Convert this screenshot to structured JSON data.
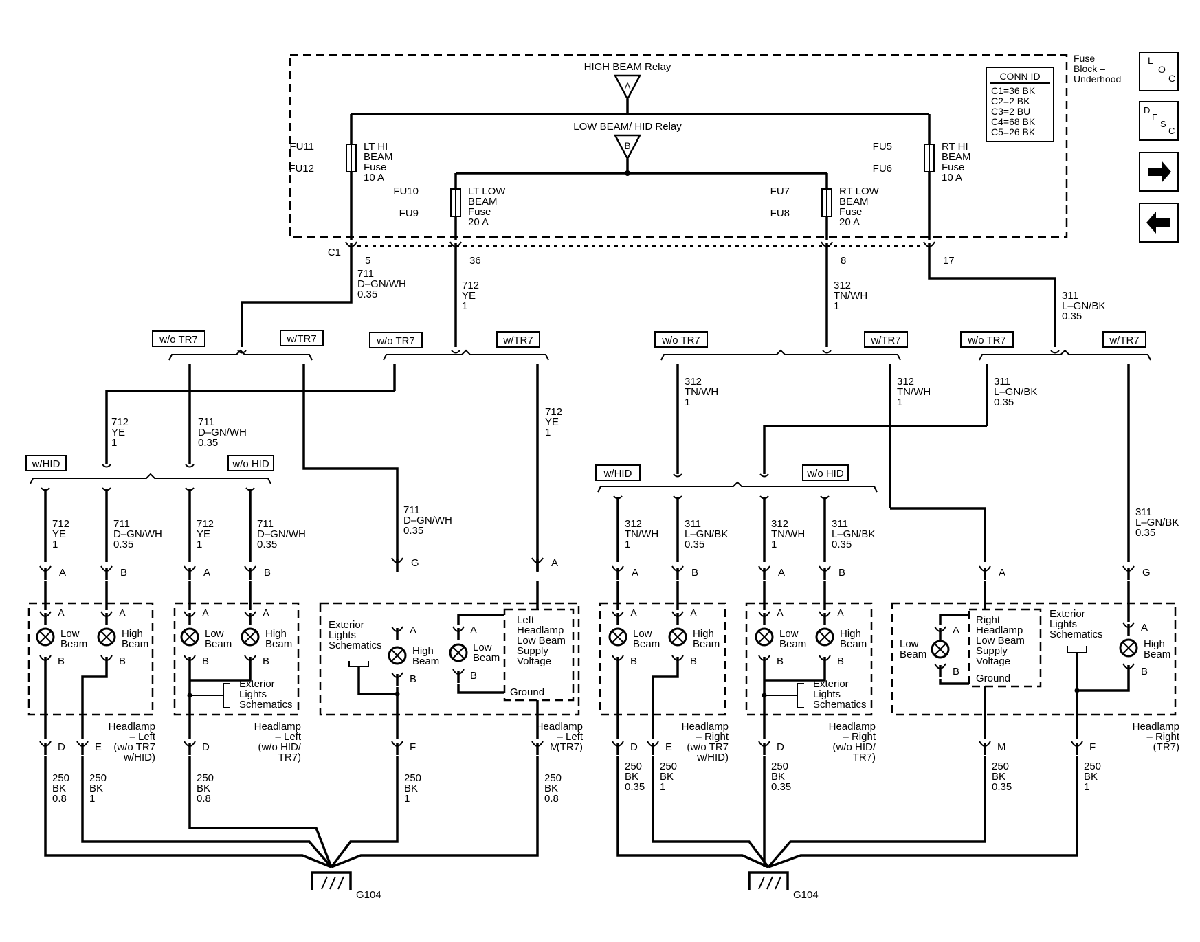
{
  "fuse_block": {
    "label": [
      "Fuse",
      "Block –",
      "Underhood"
    ],
    "high_beam_relay": "HIGH BEAM Relay",
    "low_beam_relay": "LOW BEAM/ HID Relay",
    "relay_a": "A",
    "relay_b": "B",
    "connector": "C1",
    "conn_id": {
      "title": "CONN ID",
      "lines": [
        "C1=36 BK",
        "C2=2 BK",
        "C3=2 BU",
        "C4=68 BK",
        "C5=26 BK"
      ]
    },
    "fuses": [
      {
        "ids": [
          "FU11",
          "FU12"
        ],
        "label": [
          "LT HI",
          "BEAM",
          "Fuse",
          "10 A"
        ],
        "pin": "5"
      },
      {
        "ids": [
          "FU10",
          "FU9"
        ],
        "label": [
          "LT LOW",
          "BEAM",
          "Fuse",
          "20 A"
        ],
        "pin": "36"
      },
      {
        "ids": [
          "FU7",
          "FU8"
        ],
        "label": [
          "RT LOW",
          "BEAM",
          "Fuse",
          "20 A"
        ],
        "pin": "8"
      },
      {
        "ids": [
          "FU5",
          "FU6"
        ],
        "label": [
          "RT HI",
          "BEAM",
          "Fuse",
          "10 A"
        ],
        "pin": "17"
      }
    ]
  },
  "nav_buttons": {
    "loc": [
      "L",
      "O",
      "C"
    ],
    "desc": [
      "D",
      "E",
      "S",
      "C"
    ],
    "next_icon": "right-arrow",
    "prev_icon": "left-arrow"
  },
  "options": {
    "wo_tr7": "w/o TR7",
    "w_tr7": "w/TR7",
    "w_hid": "w/HID",
    "wo_hid": "w/o HID"
  },
  "wires": {
    "w711": [
      "711",
      "D–GN/WH",
      "0.35"
    ],
    "w712": [
      "712",
      "YE",
      "1"
    ],
    "w312": [
      "312",
      "TN/WH",
      "1"
    ],
    "w311": [
      "311",
      "L–GN/BK",
      "0.35"
    ],
    "g250_08": [
      "250",
      "BK",
      "0.8"
    ],
    "g250_1": [
      "250",
      "BK",
      "1"
    ],
    "g250_035": [
      "250",
      "BK",
      "0.35"
    ]
  },
  "pins": {
    "A": "A",
    "B": "B",
    "D": "D",
    "E": "E",
    "F": "F",
    "G": "G",
    "M": "M"
  },
  "lamps": {
    "low_beam": [
      "Low",
      "Beam"
    ],
    "high_beam": [
      "High",
      "Beam"
    ],
    "exterior_lights": [
      "Exterior",
      "Lights",
      "Schematics"
    ],
    "left_supply": [
      "Left",
      "Headlamp",
      "Low Beam",
      "Supply",
      "Voltage"
    ],
    "right_supply": [
      "Right",
      "Headlamp",
      "Low Beam",
      "Supply",
      "Voltage"
    ],
    "ground": "Ground"
  },
  "headlamps": {
    "left_wo_tr7_w_hid": [
      "Headlamp",
      "– Left",
      "(w/o TR7",
      "w/HID)"
    ],
    "left_wo_hid_tr7": [
      "Headlamp",
      "– Left",
      "(w/o HID/",
      "TR7)"
    ],
    "left_tr7": [
      "Headlamp",
      "– Left",
      "(TR7)"
    ],
    "right_wo_tr7_w_hid": [
      "Headlamp",
      "– Right",
      "(w/o TR7",
      "w/HID)"
    ],
    "right_wo_hid_tr7": [
      "Headlamp",
      "– Right",
      "(w/o HID/",
      "TR7)"
    ],
    "right_tr7": [
      "Headlamp",
      "– Right",
      "(TR7)"
    ]
  },
  "ground_label": "G104"
}
